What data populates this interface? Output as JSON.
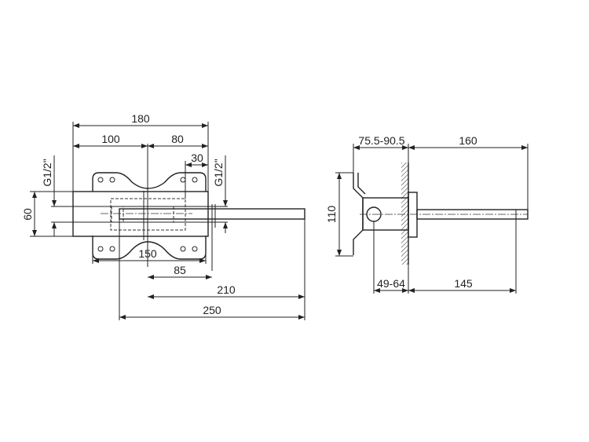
{
  "front_view": {
    "dims": {
      "overall_width": "180",
      "left_to_center": "100",
      "center_to_right": "80",
      "right_offset": "30",
      "height": "60",
      "plate_width": "150",
      "center_to_outlet": "85",
      "center_to_spout_end": "210",
      "spout_total": "250"
    },
    "inlet_left": "G1/2\"",
    "inlet_right": "G1/2\""
  },
  "side_view": {
    "dims": {
      "wall_depth_range": "75.5-90.5",
      "spout_projection": "160",
      "bracket_height": "110",
      "body_depth_range": "49-64",
      "spout_length": "145"
    }
  }
}
